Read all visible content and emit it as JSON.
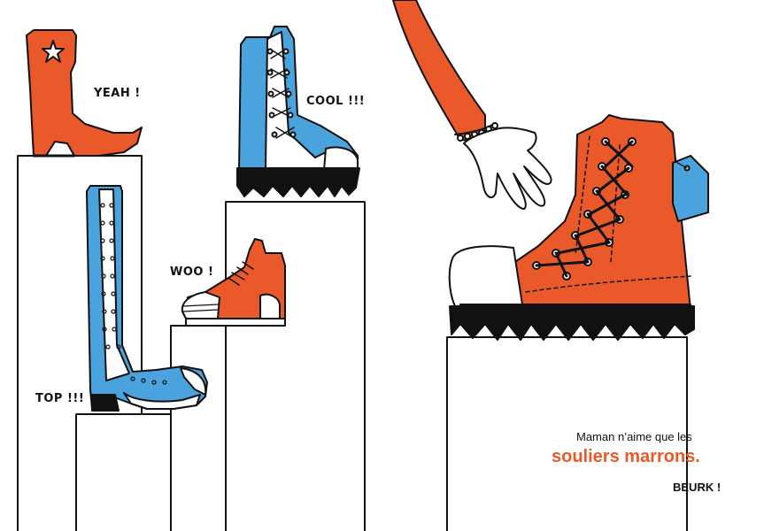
{
  "labels": {
    "yeah": "YEAH !",
    "cool": "COOL !!!",
    "woo": "WOO !",
    "top": "TOP !!!"
  },
  "caption": {
    "line1": "Maman n’aime que les",
    "line2": "souliers marrons.",
    "exclamation": "BEURK !"
  },
  "colors": {
    "orange": "#e9592a",
    "blue": "#4aa3dc",
    "ink": "#111111",
    "paper": "#ffffff"
  }
}
